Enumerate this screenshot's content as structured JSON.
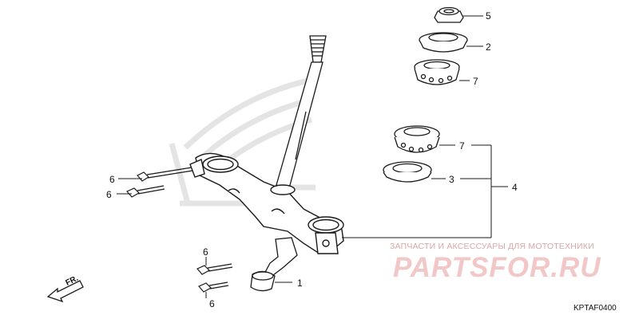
{
  "callouts": {
    "c5": "5",
    "c2": "2",
    "c7a": "7",
    "c7b": "7",
    "c3": "3",
    "c4": "4",
    "c1": "1",
    "c6a": "6",
    "c6b": "6",
    "c6c": "6",
    "c6d": "6"
  },
  "direction_label": "FR.",
  "watermark": {
    "text": "ЗАПЧАСТИ И АКСЕССУАРЫ ДЛЯ МОТОТЕХНИКИ",
    "logo": "PARTSFOR.RU"
  },
  "diagram_code": "KPTAF0400",
  "colors": {
    "line": "#1a1a1a",
    "watermark_text": "#d8a7a7",
    "watermark_logo": "#f1c7c7",
    "ghost_logo": "#e6e6e6"
  }
}
